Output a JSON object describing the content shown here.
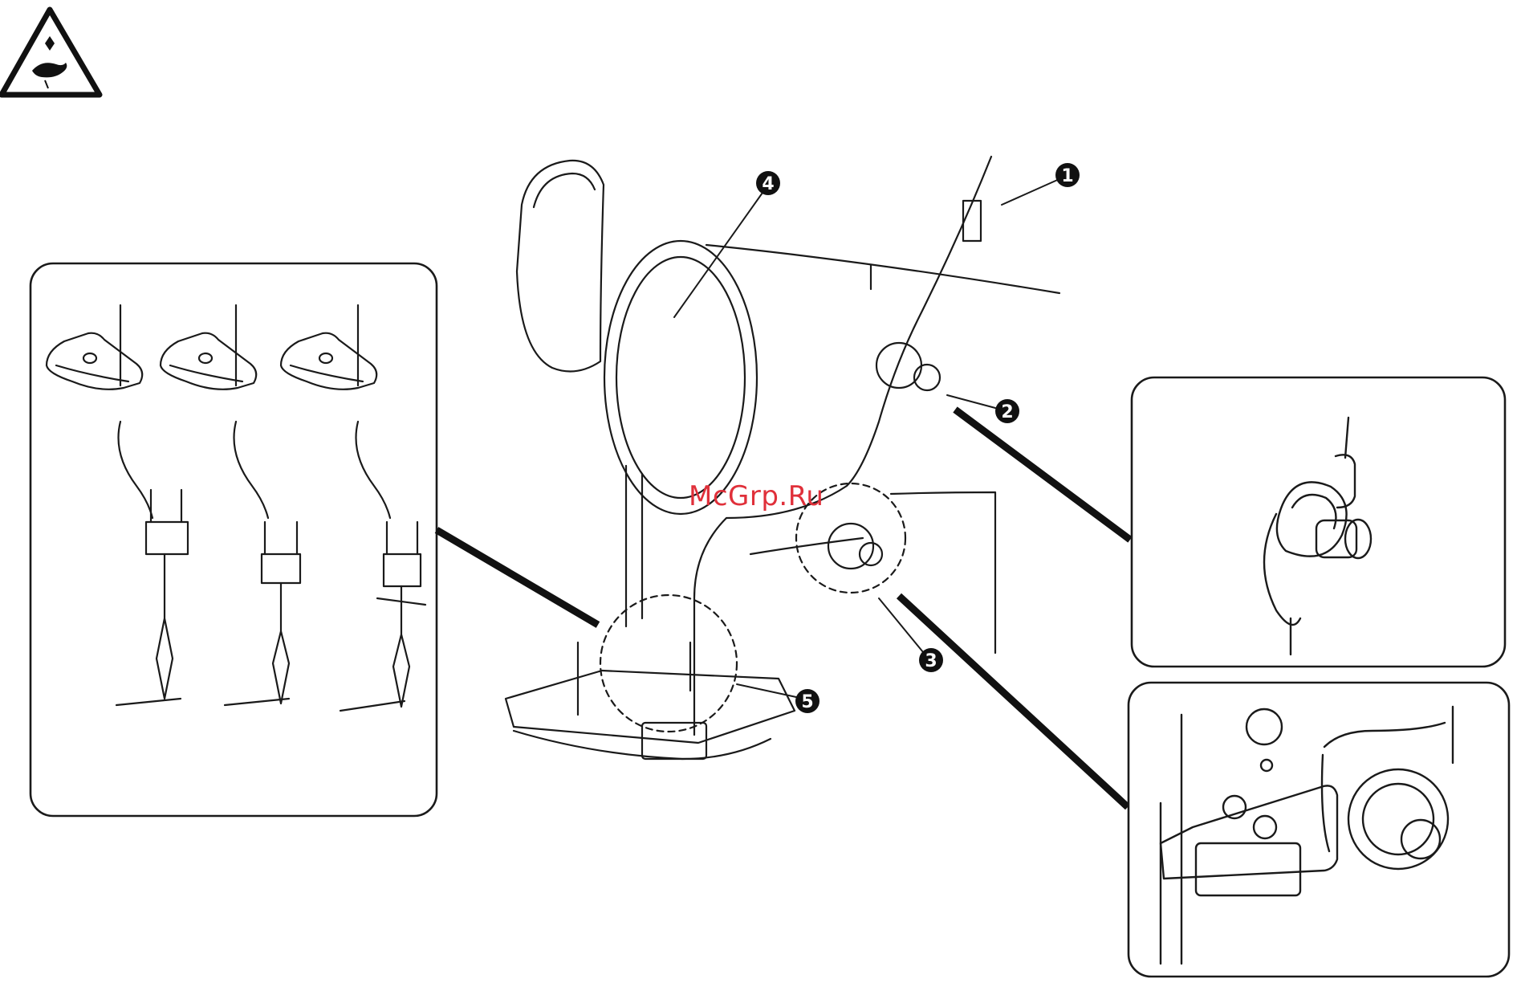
{
  "warning_icon": {
    "icon": "hand-caution-icon",
    "meaning": "caution"
  },
  "callouts": [
    {
      "id": "callout-1",
      "label": "1"
    },
    {
      "id": "callout-2",
      "label": "2"
    },
    {
      "id": "callout-3",
      "label": "3"
    },
    {
      "id": "callout-4",
      "label": "4"
    },
    {
      "id": "callout-5",
      "label": "5"
    }
  ],
  "watermark": {
    "text": "McGrp.Ru",
    "color": "#e0303a"
  },
  "detail_panels": [
    {
      "id": "needle-threading-detail",
      "icon": "needle-thread-guide-icon"
    },
    {
      "id": "tension-disc-detail",
      "icon": "thread-tension-icon"
    },
    {
      "id": "thread-take-up-spring-detail",
      "icon": "take-up-spring-icon"
    }
  ],
  "main_view": {
    "icon": "sewing-machine-head-icon"
  }
}
